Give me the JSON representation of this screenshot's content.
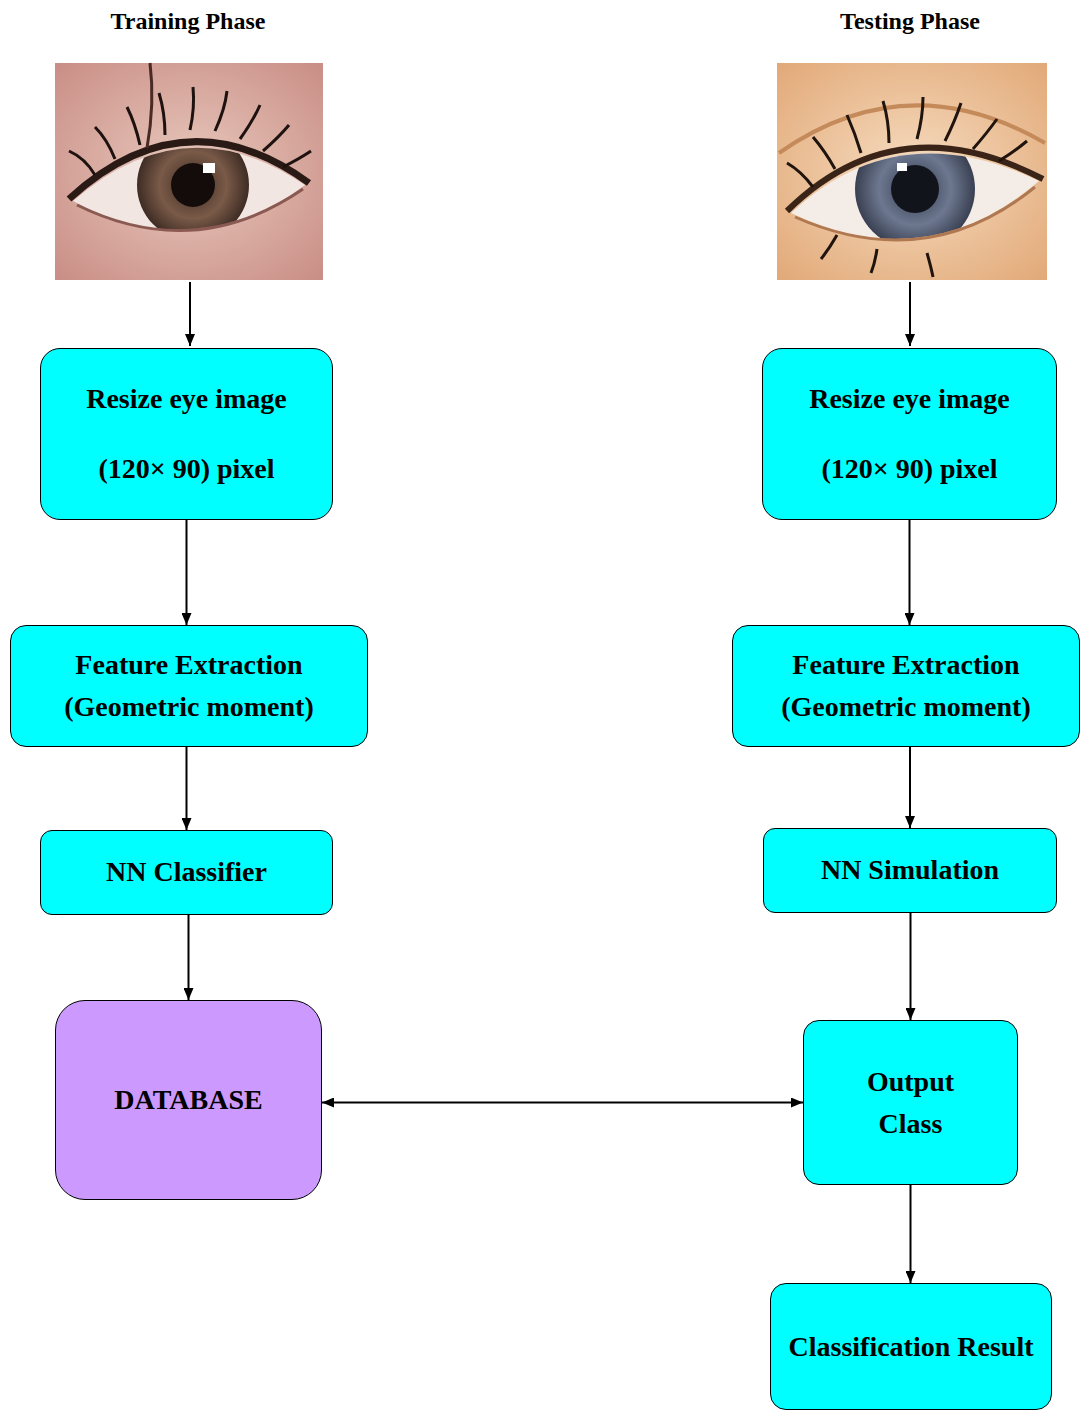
{
  "diagram": {
    "nodes": [
      {
        "text": [
          "Resize eye image (120× 90) pixel"
        ]
      },
      {
        "text": [
          "Feature Extraction (Geometric moment)"
        ]
      },
      {
        "text": [
          "NN Classifier"
        ]
      },
      {
        "text": [
          "DATABASE"
        ]
      },
      {
        "text": [
          "Resize eye image (120× 90) pixel"
        ]
      },
      {
        "text": [
          "Feature Extraction (Geometric moment)"
        ]
      },
      {
        "text": [
          "NN Simulation"
        ]
      },
      {
        "text": [
          "Output Class"
        ]
      },
      {
        "text": [
          "Classification Result"
        ]
      }
    ],
    "edges": [
      {
        "from": 0,
        "to": 1,
        "arrow": "to"
      },
      {
        "from": 1,
        "to": 2,
        "arrow": "to"
      },
      {
        "from": 2,
        "to": 3,
        "arrow": "to"
      },
      {
        "from": 4,
        "to": 5,
        "arrow": "to"
      },
      {
        "from": 5,
        "to": 6,
        "arrow": "to"
      },
      {
        "from": 6,
        "to": 7,
        "arrow": "to"
      },
      {
        "from": 7,
        "to": 8,
        "arrow": "to"
      },
      {
        "from": 3,
        "to": 7,
        "arrow": "both"
      }
    ],
    "labels": [
      "Training Phase",
      "Testing Phase"
    ]
  }
}
